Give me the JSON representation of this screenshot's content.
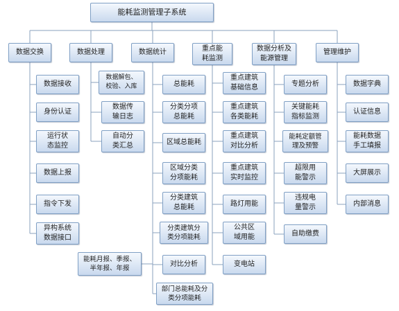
{
  "diagram": {
    "root": "能耗监测管理子系统",
    "branches": [
      {
        "label": "数据交换",
        "children": [
          "数据接收",
          "身份认证",
          "运行状\n态监控",
          "数据上报",
          "指令下发",
          "异构系统\n数据接口"
        ]
      },
      {
        "label": "数据处理",
        "children": [
          "数据解包、\n校验、入库",
          "数据传\n输日志",
          "自动分\n类汇总"
        ]
      },
      {
        "label": "数据统计",
        "children": [
          "总能耗",
          "分类分项\n总能耗",
          "区域总能耗",
          "区域分类\n分项能耗",
          "分类建筑\n总能耗",
          "分类建筑分\n类分项能耗",
          "对比分析",
          "部门总能耗及分\n类分项能耗"
        ],
        "side_node": "能耗月报、季报、\n半年报、年报"
      },
      {
        "label": "重点能\n耗监测",
        "children": [
          "重点建筑\n基础信息",
          "重点建筑\n各类能耗",
          "重点建筑\n对比分析",
          "重点建筑\n实时监控",
          "路灯用能",
          "公共区\n域用能",
          "变电站"
        ]
      },
      {
        "label": "数据分析及\n能源管理",
        "children": [
          "专题分析",
          "关键能耗\n指标监测",
          "能耗定额管\n理及预警",
          "超限用\n能警示",
          "违规电\n量警示",
          "自助缴费"
        ]
      },
      {
        "label": "管理维护",
        "children": [
          "数据字典",
          "认证信息",
          "能耗数据\n手工填报",
          "大屏展示",
          "内部消息"
        ]
      }
    ]
  }
}
